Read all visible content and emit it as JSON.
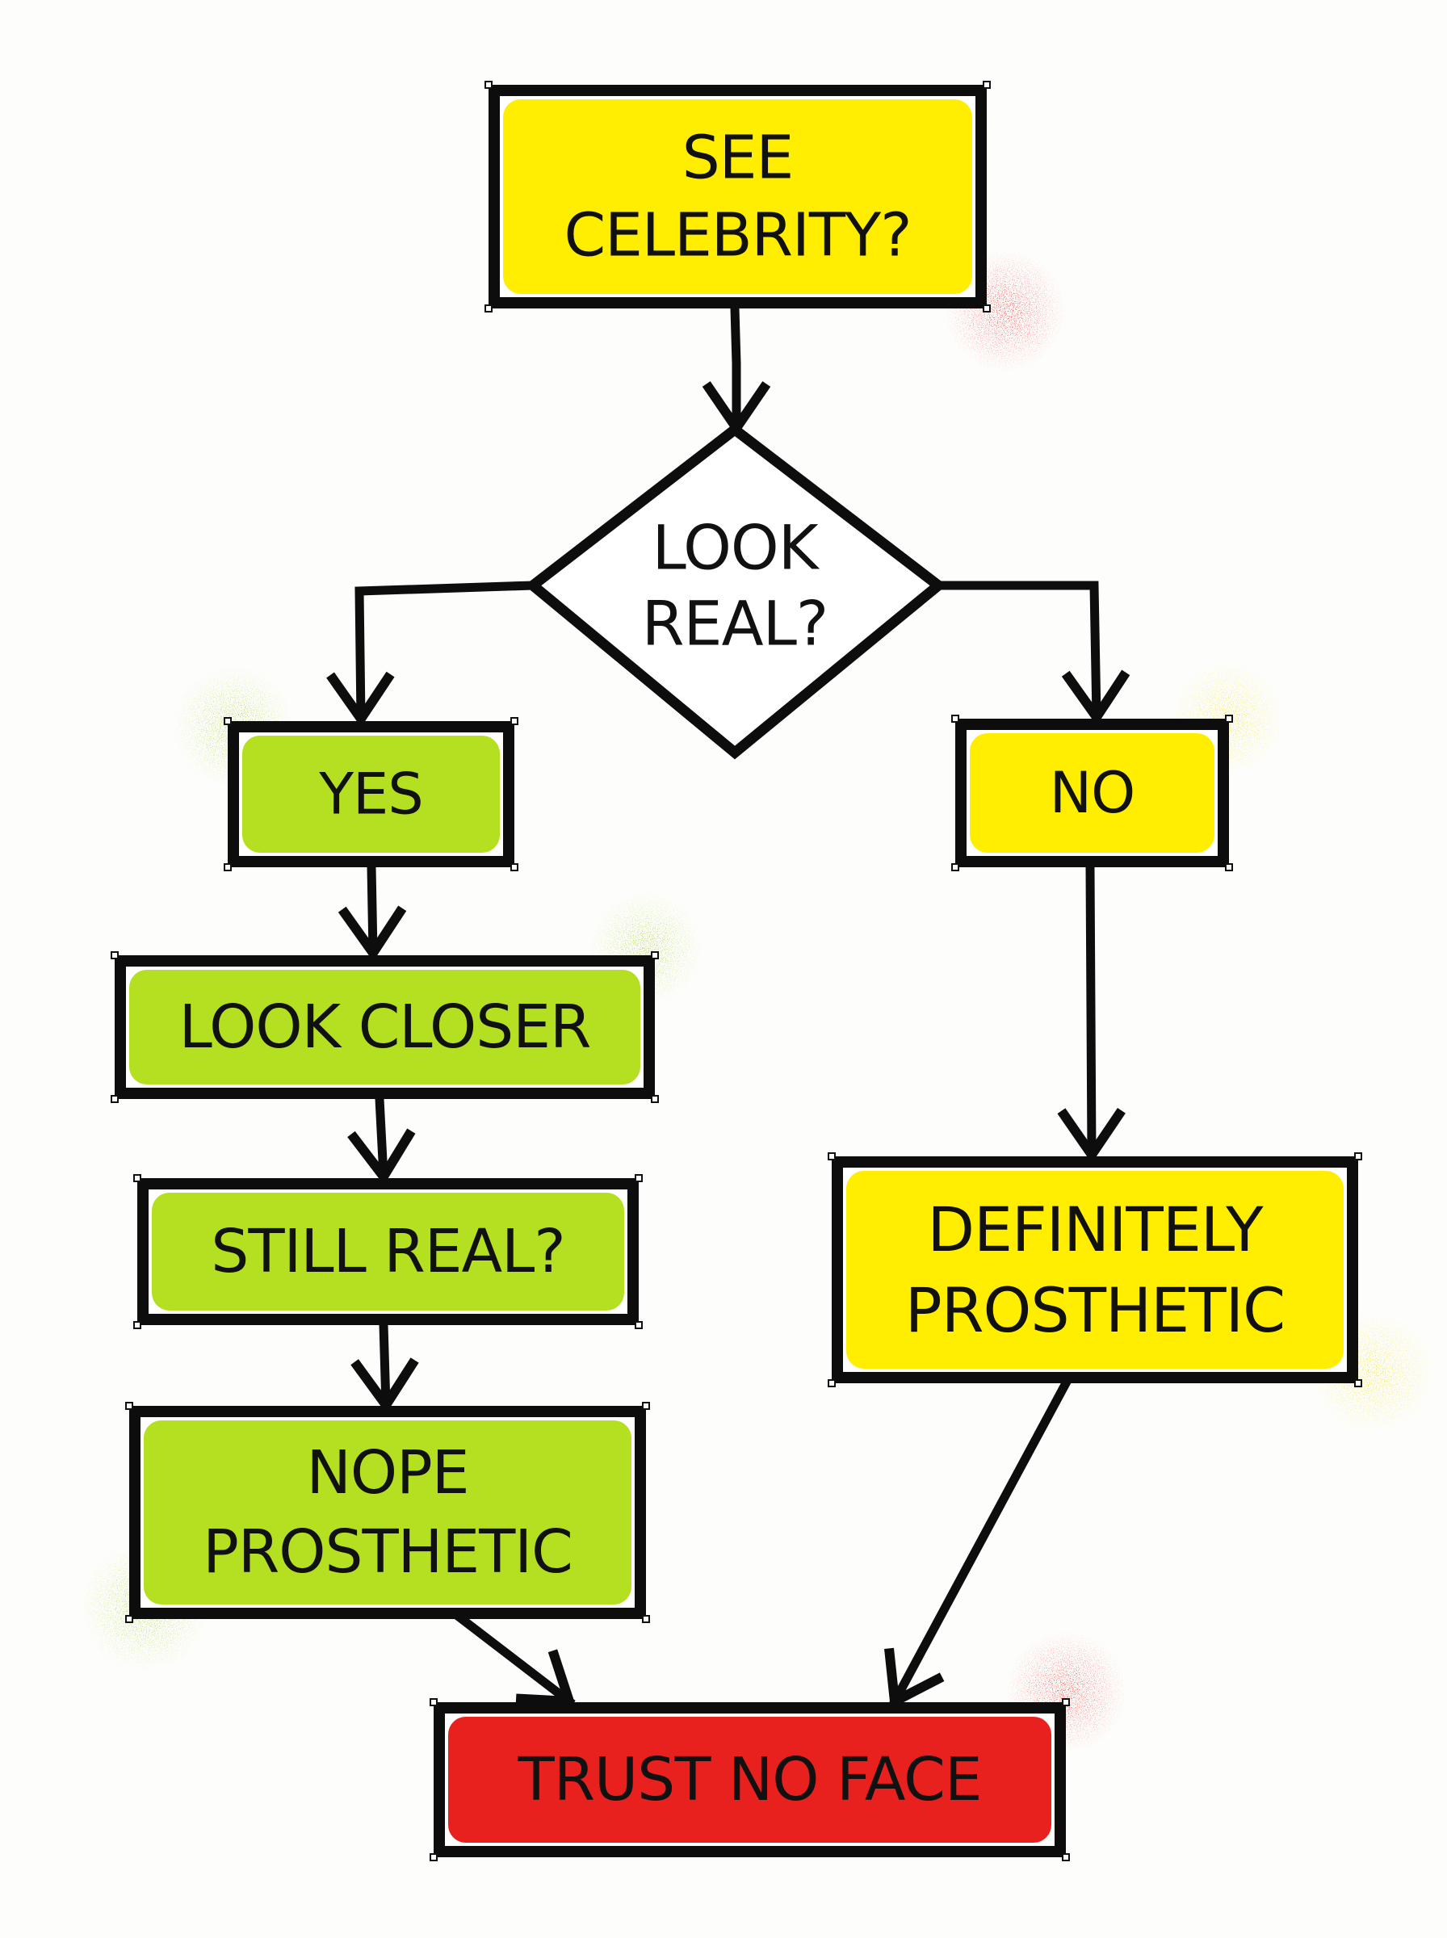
{
  "diagram": {
    "type": "flowchart",
    "style": "hand-drawn",
    "colors": {
      "yellow": "#ffee00",
      "green": "#b4e021",
      "red": "#e8211f",
      "white": "#ffffff",
      "outline": "#0d0d0d",
      "splatter_red": "#e83030",
      "splatter_green": "#9fd02a",
      "splatter_yellow": "#f2e020"
    },
    "nodes": {
      "see_celebrity": {
        "lines": [
          "SEE",
          "CELEBRITY?"
        ],
        "shape": "rectangle",
        "color": "yellow"
      },
      "look_real": {
        "lines": [
          "LOOK",
          "REAL?"
        ],
        "shape": "diamond",
        "color": "white"
      },
      "yes": {
        "lines": [
          "YES"
        ],
        "shape": "rectangle",
        "color": "green"
      },
      "no": {
        "lines": [
          "NO"
        ],
        "shape": "rectangle",
        "color": "yellow"
      },
      "look_closer": {
        "lines": [
          "LOOK CLOSER"
        ],
        "shape": "rectangle",
        "color": "green"
      },
      "still_real": {
        "lines": [
          "STILL REAL?"
        ],
        "shape": "rectangle",
        "color": "green"
      },
      "nope_prosthetic": {
        "lines": [
          "NOPE",
          "PROSTHETIC"
        ],
        "shape": "rectangle",
        "color": "green"
      },
      "definitely_prosthetic": {
        "lines": [
          "DEFINITELY",
          "PROSTHETIC"
        ],
        "shape": "rectangle",
        "color": "yellow"
      },
      "trust_no_face": {
        "lines": [
          "TRUST NO FACE"
        ],
        "shape": "rectangle",
        "color": "red"
      }
    },
    "edges": [
      {
        "from": "see_celebrity",
        "to": "look_real"
      },
      {
        "from": "look_real",
        "to": "yes"
      },
      {
        "from": "look_real",
        "to": "no"
      },
      {
        "from": "yes",
        "to": "look_closer"
      },
      {
        "from": "look_closer",
        "to": "still_real"
      },
      {
        "from": "still_real",
        "to": "nope_prosthetic"
      },
      {
        "from": "no",
        "to": "definitely_prosthetic"
      },
      {
        "from": "nope_prosthetic",
        "to": "trust_no_face"
      },
      {
        "from": "definitely_prosthetic",
        "to": "trust_no_face"
      }
    ]
  }
}
